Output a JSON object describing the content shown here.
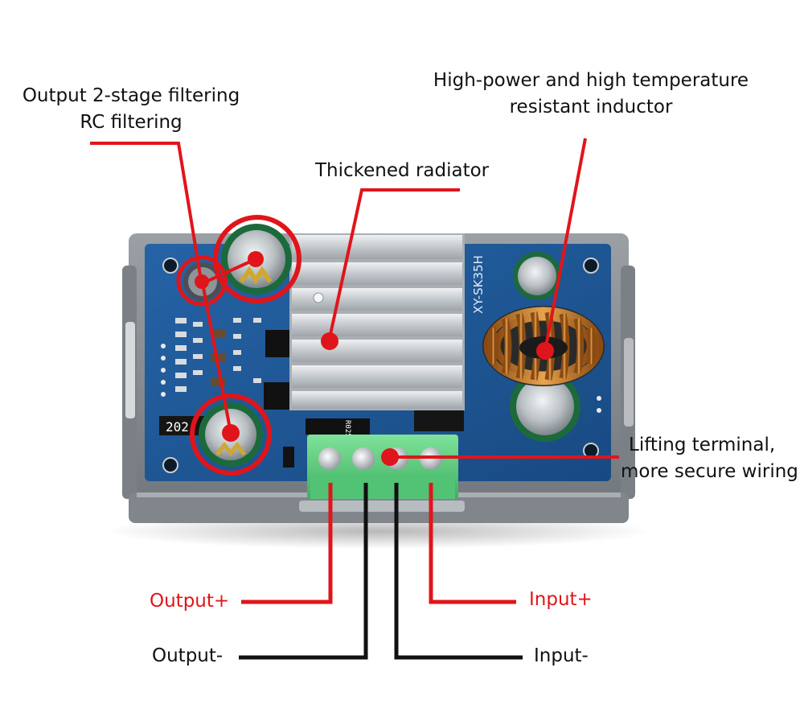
{
  "annotations": {
    "rc_filter": {
      "line1": "Output 2-stage filtering",
      "line2": "RC filtering"
    },
    "inductor": {
      "line1": "High-power and high temperature",
      "line2": "resistant inductor"
    },
    "radiator": "Thickened radiator",
    "terminal": {
      "line1": "Lifting terminal,",
      "line2": "more secure wiring"
    }
  },
  "wiring": {
    "output_plus": "Output+",
    "output_minus": "Output-",
    "input_plus": "Input+",
    "input_minus": "Input-"
  },
  "board": {
    "model": "XY-SK35H",
    "resistor_code": "R025",
    "capacitor_code": "202"
  },
  "colors": {
    "annotation_red": "#e0151b",
    "wire_black": "#111111",
    "pcb_blue": "#1f5a9a",
    "case_gray": "#8a8f94",
    "terminal_green": "#5fcf7f",
    "heatsink": "#cfd3d6",
    "copper": "#c77a2a"
  }
}
